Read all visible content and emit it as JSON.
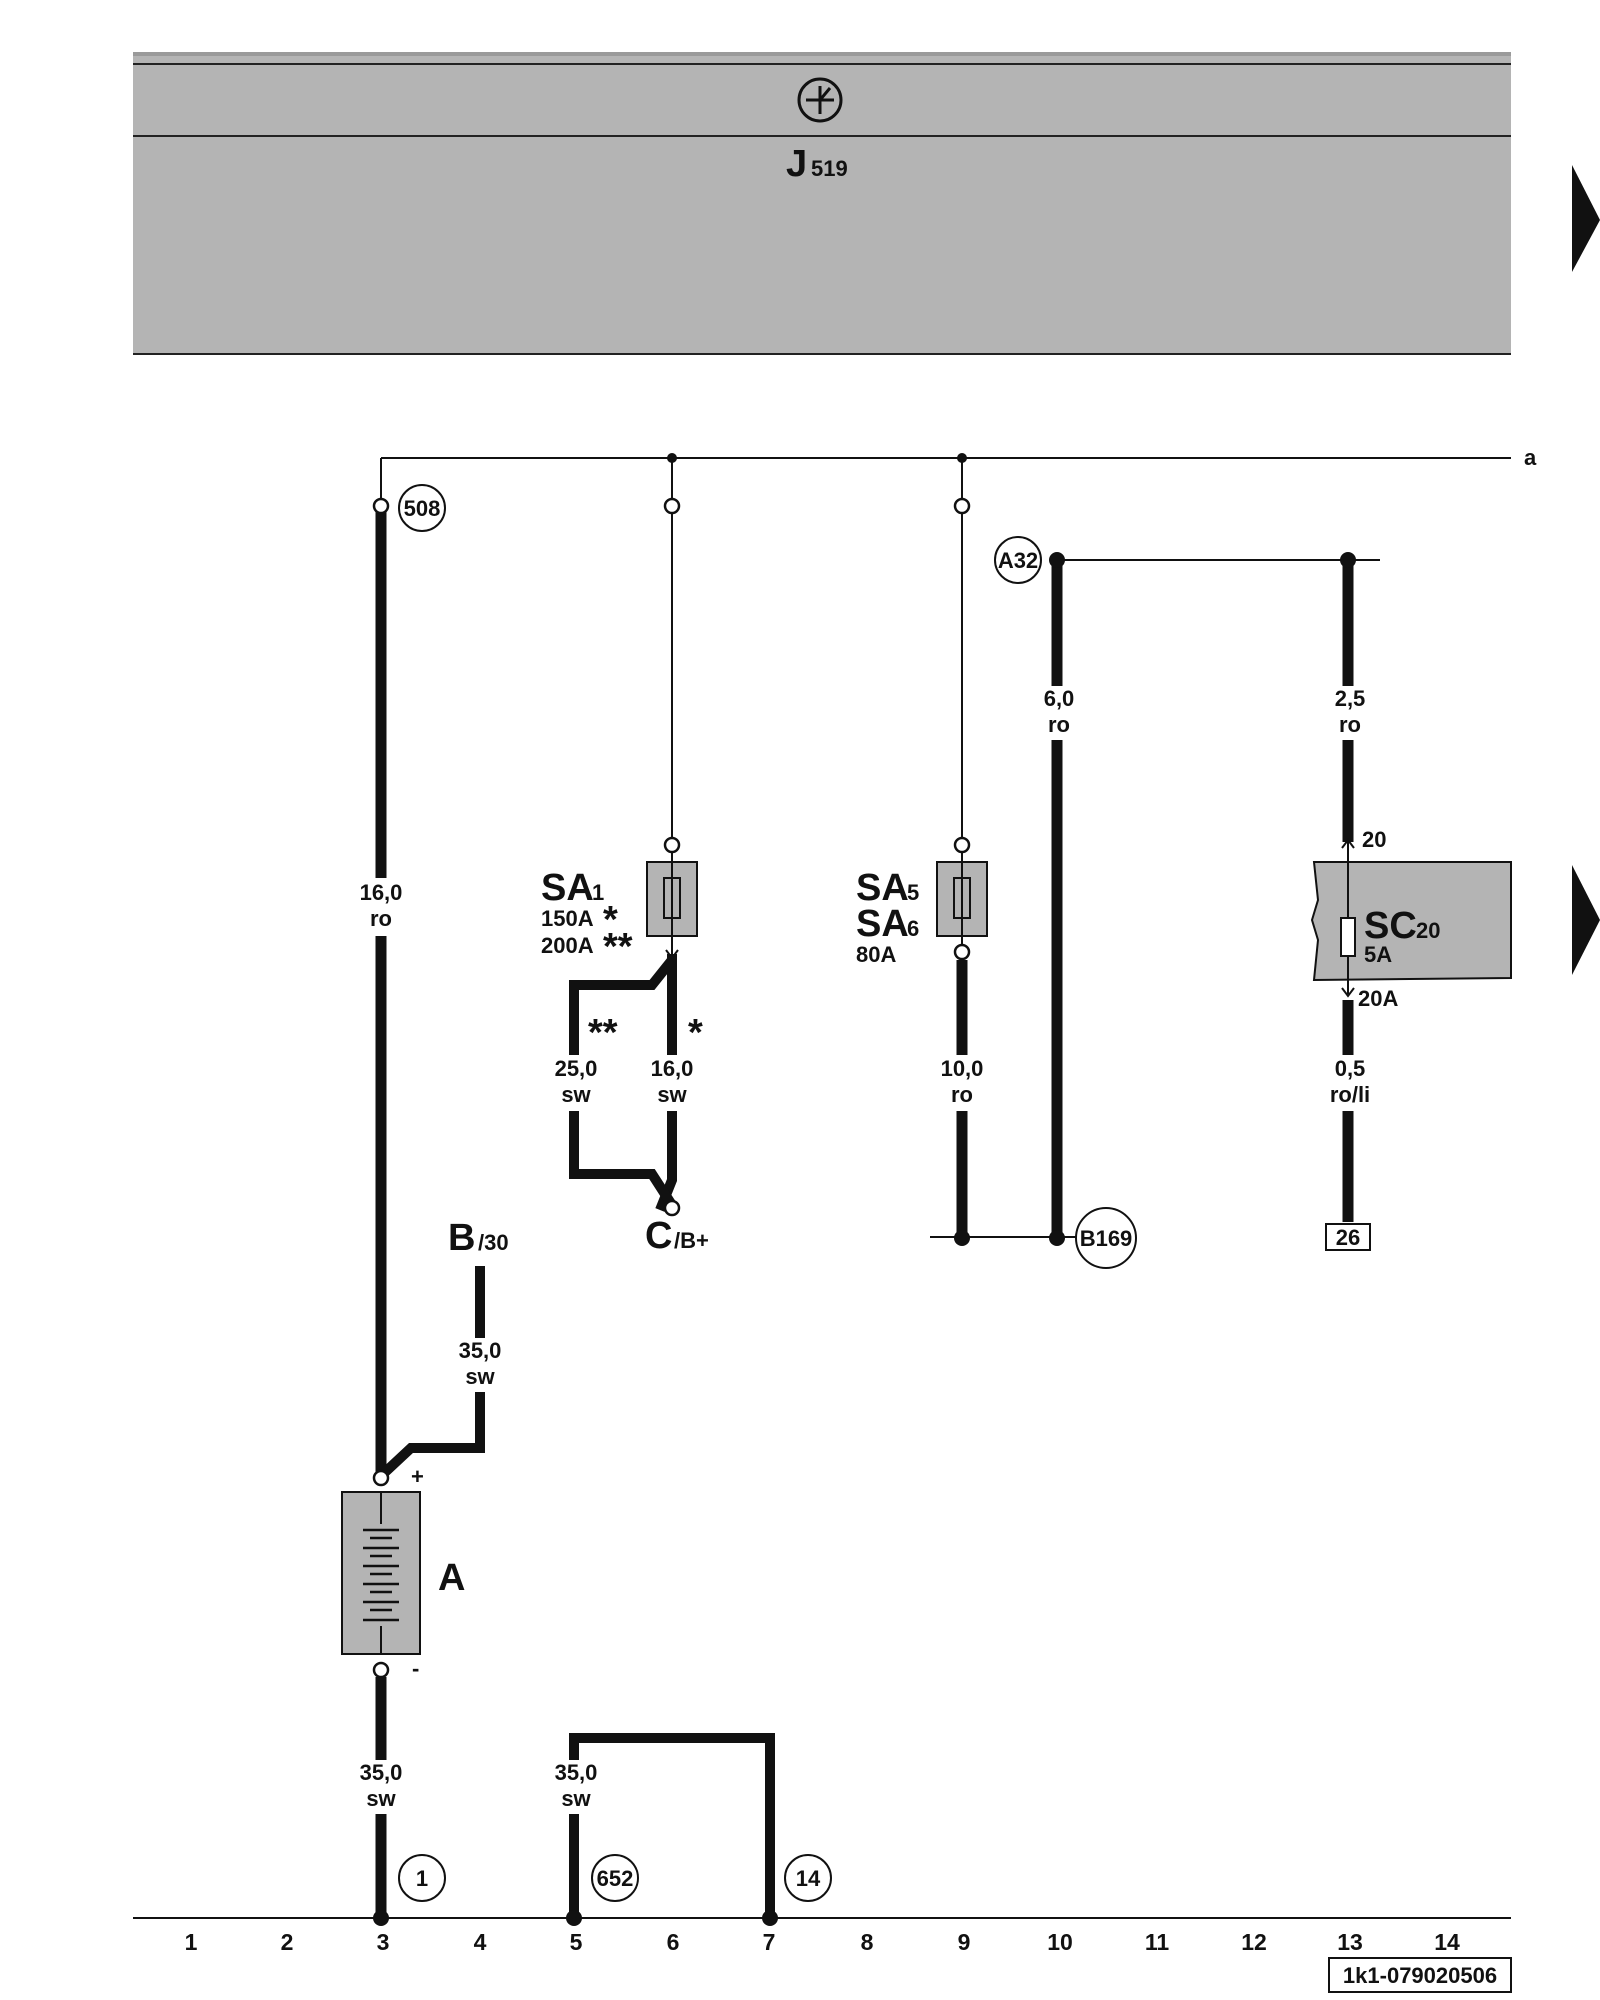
{
  "control_unit": {
    "name": "J",
    "index": "519",
    "icon": "ground-symbol-icon"
  },
  "continuation": {
    "a": "a"
  },
  "connectors": {
    "c508": "508",
    "cA32": "A32",
    "cB169": "B169",
    "c1": "1",
    "c652": "652",
    "c14": "14"
  },
  "components": {
    "SA1": {
      "name": "SA",
      "index": "1",
      "rating1": "150A",
      "rating1_mark": "*",
      "rating2": "200A",
      "rating2_mark": "**"
    },
    "SA5": {
      "name": "SA",
      "index": "5"
    },
    "SA6": {
      "name": "SA",
      "index": "6",
      "rating": "80A"
    },
    "SC20": {
      "name": "SC",
      "index": "20",
      "rating": "5A",
      "pin_top": "20",
      "pin_bottom": "20A"
    },
    "B": {
      "name": "B",
      "terminal": "/30"
    },
    "C": {
      "name": "C",
      "terminal": "/B+"
    },
    "A": {
      "name": "A",
      "plus": "+",
      "minus": "-"
    },
    "terminal26": "26"
  },
  "wires": {
    "w16ro": {
      "size": "16,0",
      "color": "ro"
    },
    "w25sw": {
      "size": "25,0",
      "color": "sw",
      "mark": "**"
    },
    "w16sw": {
      "size": "16,0",
      "color": "sw",
      "mark": "*"
    },
    "w10ro": {
      "size": "10,0",
      "color": "ro"
    },
    "w6ro": {
      "size": "6,0",
      "color": "ro"
    },
    "w25ro": {
      "size": "2,5",
      "color": "ro"
    },
    "w05roli": {
      "size": "0,5",
      "color": "ro/li"
    },
    "w35swB": {
      "size": "35,0",
      "color": "sw"
    },
    "w35swA": {
      "size": "35,0",
      "color": "sw"
    },
    "w35sw5": {
      "size": "35,0",
      "color": "sw"
    }
  },
  "columns": [
    "1",
    "2",
    "3",
    "4",
    "5",
    "6",
    "7",
    "8",
    "9",
    "10",
    "11",
    "12",
    "13",
    "14"
  ],
  "drawing_number": "1k1-079020506",
  "colors": {
    "panel": "#b4b4b4",
    "wire": "#111111"
  }
}
